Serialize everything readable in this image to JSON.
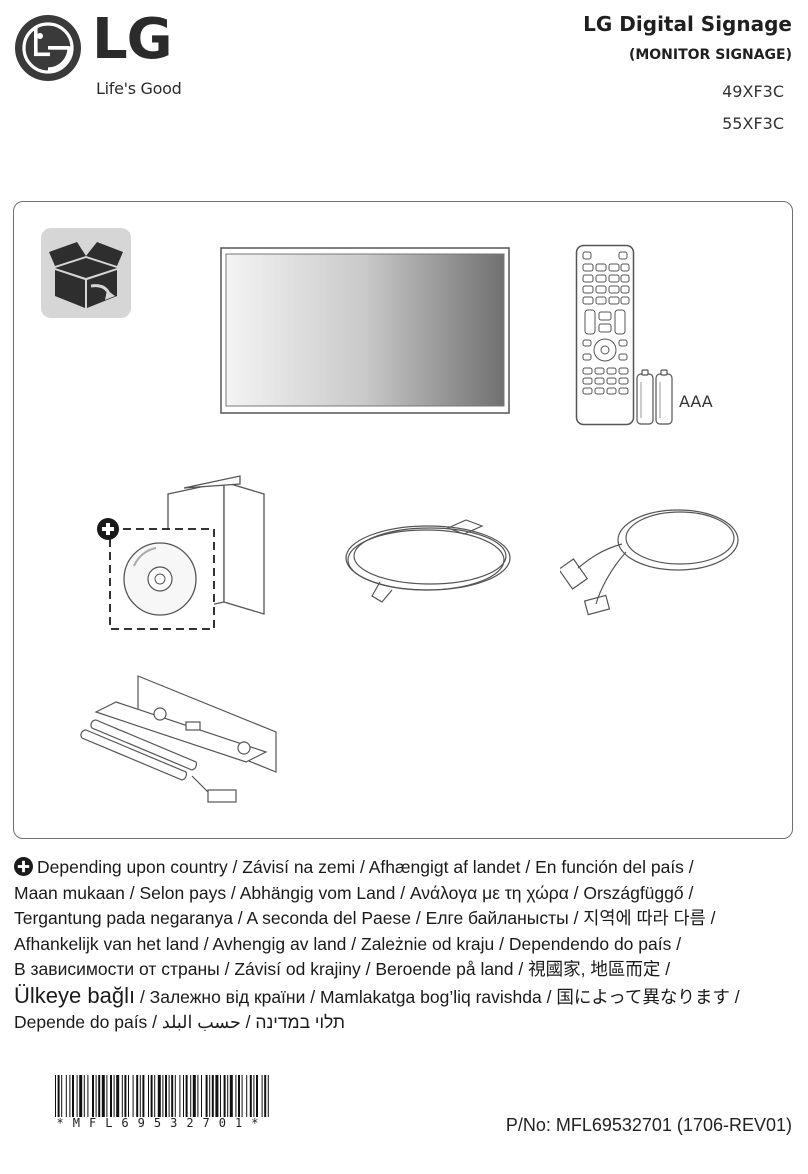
{
  "header": {
    "brand": "LG",
    "tagline": "Life's Good",
    "title": "LG Digital Signage",
    "subtitle": "(MONITOR SIGNAGE)",
    "models": [
      "49XF3C",
      "55XF3C"
    ]
  },
  "contents": {
    "items": [
      "box-icon",
      "monitor",
      "remote-control",
      "batteries",
      "manuals-and-cd",
      "power-cord",
      "hdmi-cable",
      "wall-mount-bracket"
    ],
    "battery_label": "AAA"
  },
  "note": {
    "icon": "plus-circle-icon",
    "line1": "Depending upon country / Závisí na zemi / Afhængigt af landet / En función del país /",
    "line2": "Maan mukaan / Selon pays / Abhängig vom Land / Ανάλογα με τη χώρα / Országfüggő /",
    "line3": "Tergantung pada negaranya / A seconda del Paese / Елге байланысты / 지역에 따라 다름 /",
    "line4": "Afhankelijk van het land / Avhengig av land / Zależnie od kraju / Dependendo do país /",
    "line5": "В зависимости от страны / Závisí od krajiny / Beroende på land / 視國家, 地區而定 /",
    "line6a": "Ülkeye bağlı",
    "line6b": " / Залежно від країни / Mamlakatga bog’liq ravishda / 国によって異なります /",
    "line7": "Depende do país / תלוי במדינה / حسب البلد"
  },
  "footer": {
    "barcode_text": "*MFL69532701*",
    "part_number": "P/No: MFL69532701 (1706-REV01)"
  }
}
